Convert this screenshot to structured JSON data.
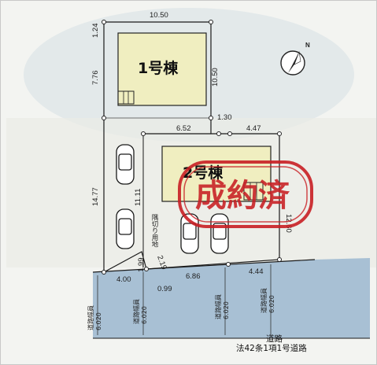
{
  "buildings": {
    "building_1": "1号棟",
    "building_2": "2号棟"
  },
  "dimensions": {
    "top_width": "10.50",
    "left_top_small": "1.24",
    "left_upper": "7.76",
    "right_upper": "10.50",
    "notch": "1.30",
    "middle_left": "6.52",
    "middle_right": "4.47",
    "left_lower": "14.77",
    "passage_length": "11.11",
    "right_lower": "12.60",
    "corner_cut": "2.19",
    "corner_small": "1.99",
    "bottom_left": "4.00",
    "bottom_small": "0.99",
    "bottom_middle": "6.86",
    "bottom_right": "4.44"
  },
  "labels": {
    "corner_cut_note": "隅切り用地",
    "road_width_label": "道路幅員",
    "road_width_1": "6.020",
    "road_width_2": "6.020",
    "road_width_3": "6.020",
    "road_width_4": "6.020",
    "road_main_1": "道路",
    "road_main_2": "法42条1項1号道路",
    "north_mark": "N"
  },
  "stamp": {
    "text": "成約済",
    "color": "#c81e23"
  },
  "colors": {
    "road": "#a8c0d4",
    "building": "#f0eec0",
    "sky": "#dfe7ea"
  }
}
